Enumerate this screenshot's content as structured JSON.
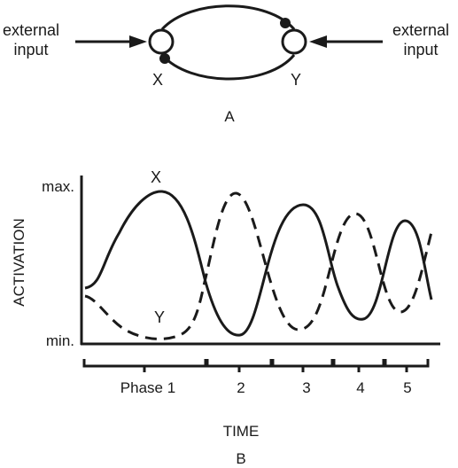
{
  "panel_a": {
    "left_input_line1": "external",
    "left_input_line2": "input",
    "right_input_line1": "external",
    "right_input_line2": "input",
    "node_x": "X",
    "node_y": "Y",
    "caption": "A"
  },
  "panel_b": {
    "y_axis_label": "ACTIVATION",
    "y_max_label": "max.",
    "y_min_label": "min.",
    "x_axis_label": "TIME",
    "curve_x_label": "X",
    "curve_y_label": "Y",
    "phases": [
      "Phase 1",
      "2",
      "3",
      "4",
      "5"
    ],
    "caption": "B"
  },
  "colors": {
    "ink": "#1a1a1a",
    "background": "#ffffff"
  }
}
